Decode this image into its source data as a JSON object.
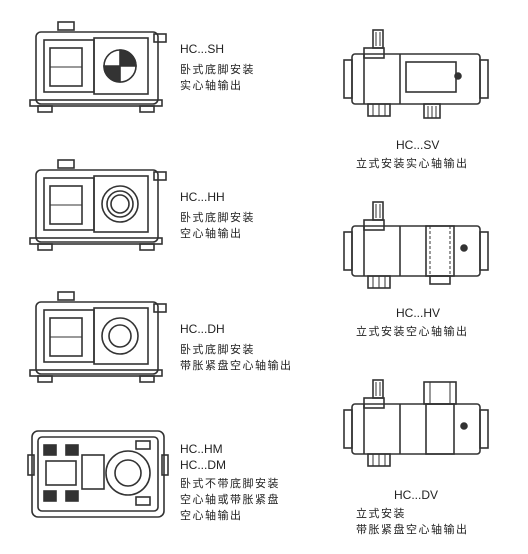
{
  "variants": [
    {
      "code": "HC...SH",
      "lines": [
        "卧式底脚安装",
        "实心轴输出"
      ]
    },
    {
      "code": "HC...HH",
      "lines": [
        "卧式底脚安装",
        "空心轴输出"
      ]
    },
    {
      "code": "HC...DH",
      "lines": [
        "卧式底脚安装",
        "带胀紧盘空心轴输出"
      ]
    },
    {
      "code": "HC..HM",
      "code2": "HC...DM",
      "lines": [
        "卧式不带底脚安装",
        "空心轴或带胀紧盘",
        "空心轴输出"
      ]
    },
    {
      "code": "HC...SV",
      "lines": [
        "立式安装实心轴输出"
      ]
    },
    {
      "code": "HC...HV",
      "lines": [
        "立式安装空心轴输出"
      ]
    },
    {
      "code": "HC...DV",
      "lines": [
        "立式安装",
        "带胀紧盘空心轴输出"
      ]
    }
  ]
}
